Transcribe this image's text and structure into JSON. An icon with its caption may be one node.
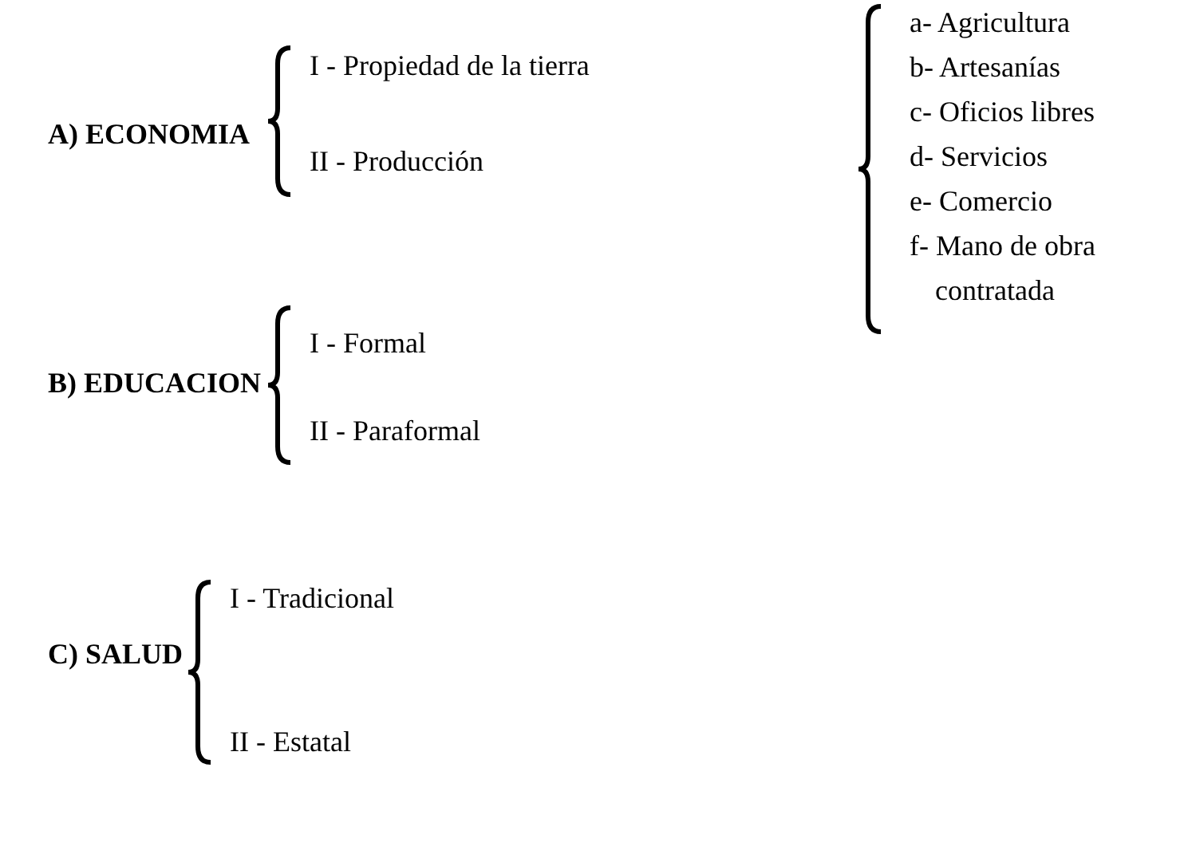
{
  "diagram": {
    "labels": [
      "A) ECONOMIA",
      "I - Propiedad de la tierra",
      "II - Producción",
      "a- Agricultura",
      "b- Artesanías",
      "c- Oficios libres",
      "d- Servicios",
      "e- Comercio",
      "f- Mano de obra contratada",
      "B) EDUCACION",
      "I - Formal",
      "II - Paraformal",
      "C) SALUD",
      "I - Tradicional",
      "II - Estatal"
    ]
  }
}
